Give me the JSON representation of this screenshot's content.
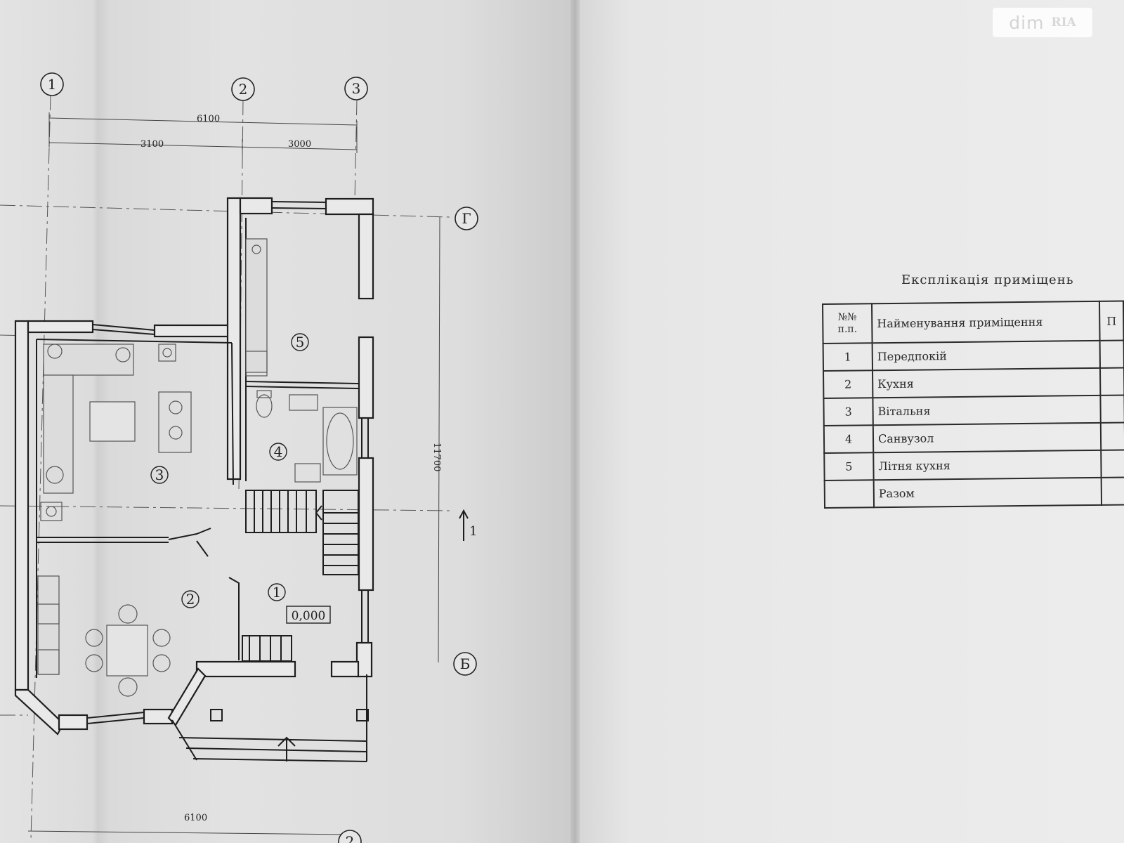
{
  "watermark": {
    "brand": "dim",
    "sub": "RIA"
  },
  "plan": {
    "axes": {
      "a1": "1",
      "a2": "2",
      "a3": "3",
      "rowG": "Г",
      "rowB": "Б",
      "bottom2": "2"
    },
    "dimensions": {
      "total_top": "6100",
      "left_span": "3100",
      "right_span": "3000",
      "vertical": "11700",
      "bottom": "6100"
    },
    "rooms": [
      "1",
      "2",
      "3",
      "4",
      "5"
    ],
    "level_mark": "0,000",
    "section_mark": "1"
  },
  "explication": {
    "title": "Експлікація приміщень",
    "header": {
      "num": "№№ п.п.",
      "name": "Найменування приміщення",
      "area": "П"
    },
    "rows": [
      {
        "num": "1",
        "name": "Передпокій"
      },
      {
        "num": "2",
        "name": "Кухня"
      },
      {
        "num": "3",
        "name": "Вітальня"
      },
      {
        "num": "4",
        "name": "Санвузол"
      },
      {
        "num": "5",
        "name": "Літня кухня"
      },
      {
        "num": "",
        "name": "Разом"
      }
    ]
  }
}
